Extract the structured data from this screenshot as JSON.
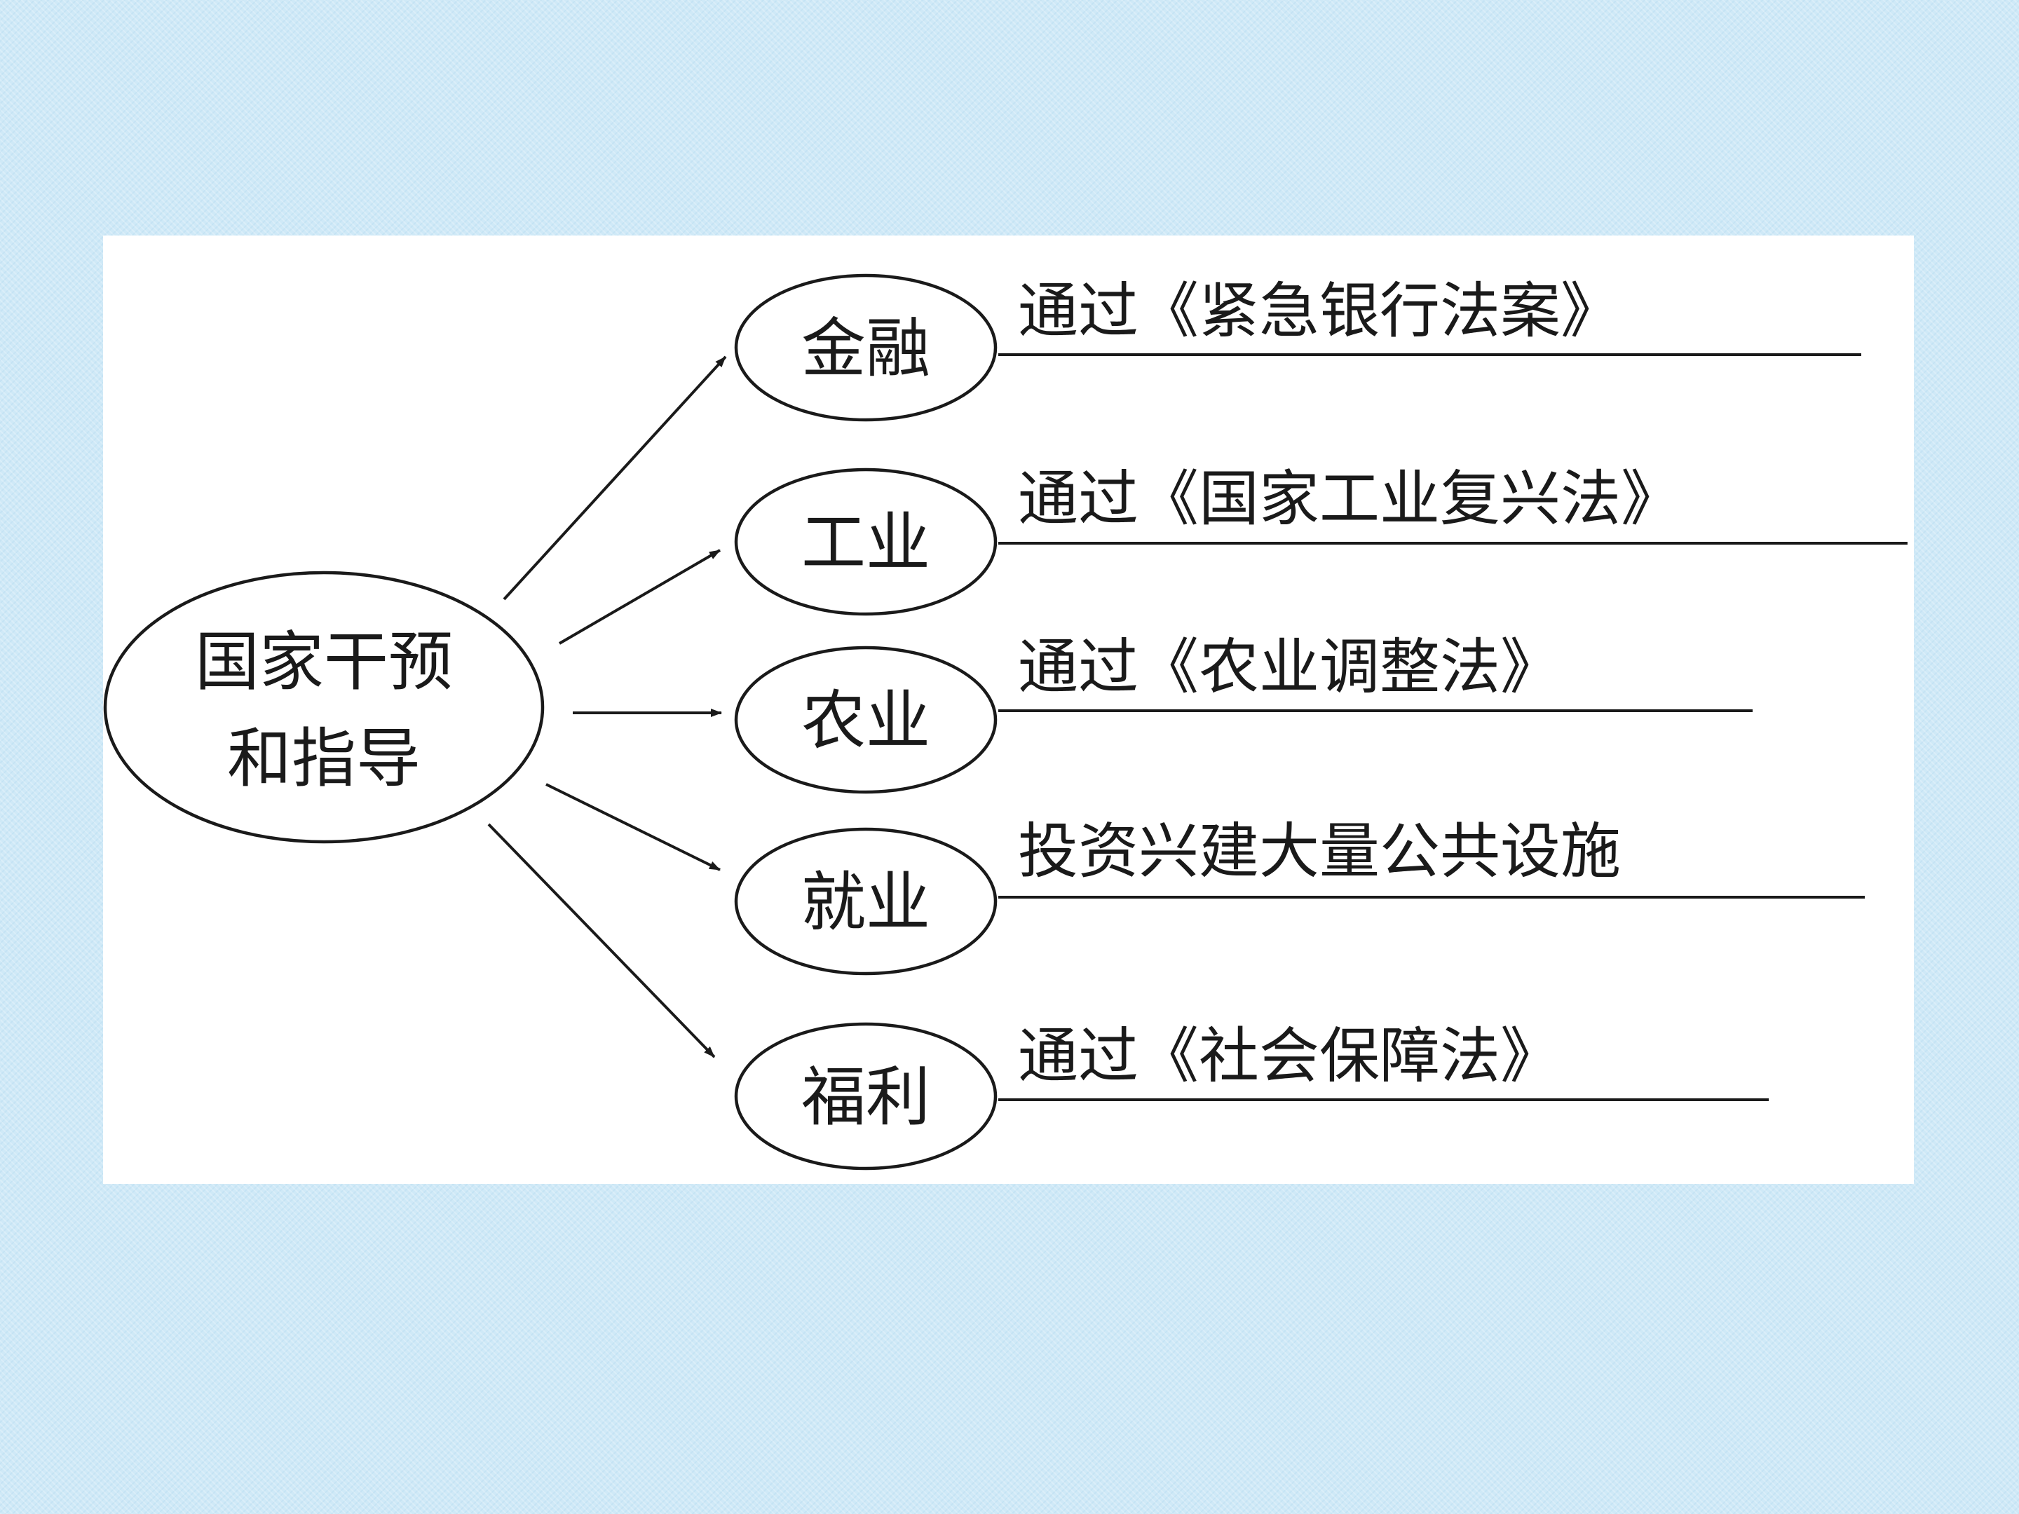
{
  "center": {
    "line1": "国家干预",
    "line2": "和指导"
  },
  "branches": [
    {
      "area": "金融",
      "action": "通过《紧急银行法案》"
    },
    {
      "area": "工业",
      "action": "通过《国家工业复兴法》"
    },
    {
      "area": "农业",
      "action": "通过《农业调整法》"
    },
    {
      "area": "就业",
      "action": "投资兴建大量公共设施"
    },
    {
      "area": "福利",
      "action": "通过《社会保障法》"
    }
  ]
}
